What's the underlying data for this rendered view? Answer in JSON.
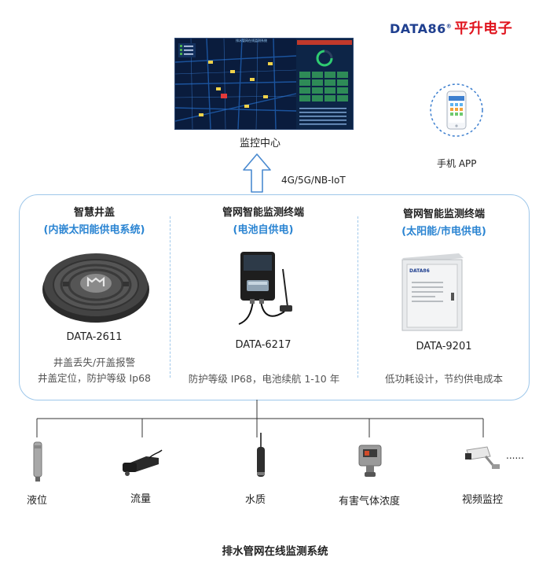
{
  "logo": {
    "brand": "DATA86",
    "mark": "®",
    "cn": "平升电子"
  },
  "monitor": {
    "label": "监控中心",
    "screen_title": "排水管网在线监测系统"
  },
  "comm": {
    "label": "4G/5G/NB-IoT"
  },
  "phone": {
    "label": "手机 APP"
  },
  "devices": [
    {
      "title": "智慧井盖",
      "subtitle": "(内嵌太阳能供电系统)",
      "model": "DATA-2611",
      "desc": [
        "井盖丢失/开盖报警",
        "井盖定位，防护等级 Ip68"
      ]
    },
    {
      "title": "管网智能监测终端",
      "subtitle": "(电池自供电)",
      "model": "DATA-6217",
      "desc": [
        "防护等级 IP68，电池续航 1-10 年"
      ]
    },
    {
      "title": "管网智能监测终端",
      "subtitle": "(太阳能/市电供电)",
      "model": "DATA-9201",
      "desc": [
        "低功耗设计，节约供电成本"
      ],
      "cabinet_brand": "DATA86"
    }
  ],
  "sensors": [
    {
      "label": "液位",
      "icon": "level-sensor-icon"
    },
    {
      "label": "流量",
      "icon": "flow-meter-icon"
    },
    {
      "label": "水质",
      "icon": "water-quality-probe-icon"
    },
    {
      "label": "有害气体浓度",
      "icon": "gas-detector-icon"
    },
    {
      "label": "视频监控",
      "icon": "cctv-camera-icon"
    }
  ],
  "ellipsis": "......",
  "footer": {
    "title": "排水管网在线监测系统"
  },
  "colors": {
    "box_border": "#9ec7ea",
    "subtitle_blue": "#2a84d2",
    "logo_red": "#e0141e",
    "logo_blue": "#1f3f8f"
  }
}
